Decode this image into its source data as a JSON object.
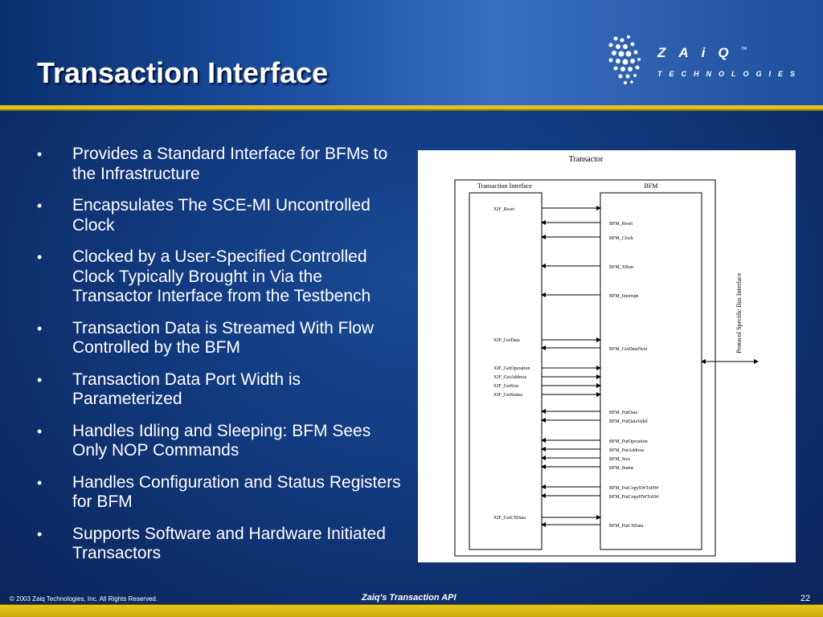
{
  "slide": {
    "title": "Transaction Interface",
    "logo": {
      "word": "ZAiQ",
      "tm": "TM",
      "subtitle": "TECHNOLOGIES"
    },
    "bullets": [
      "Provides a Standard Interface for BFMs to the Infrastructure",
      "Encapsulates The SCE-MI Uncontrolled Clock",
      "Clocked by a User-Specified Controlled Clock Typically Brought in Via the Transactor Interface from the Testbench",
      "Transaction Data is Streamed With Flow Controlled by the BFM",
      "Transaction Data Port Width is Parameterized",
      "Handles Idling and Sleeping: BFM Sees Only NOP Commands",
      "Handles Configuration and Status Registers for BFM",
      "Supports Software and Hardware Initiated Transactors"
    ],
    "bullet_glyph": "•"
  },
  "diagram": {
    "outer_label": "Transactor",
    "left_block_label": "Transaction Interface",
    "right_block_label": "BFM",
    "side_label": "Protocol Specific Bus Interface",
    "left_signals": [
      "XIF_Reset",
      "XIF_GetData",
      "XIF_GetOperation",
      "XIF_GetAddress",
      "XIF_GetSize",
      "XIF_GetStatus",
      "XIF_GetCSData"
    ],
    "right_signals": [
      "BFM_Reset",
      "BFM_Clock",
      "BFM_XRun",
      "BFM_Interrupt",
      "BFM_GetDataNext",
      "BFM_PutData",
      "BFM_PutDataValid",
      "BFM_PutOperation",
      "BFM_PutAddress",
      "BFM_Size",
      "BFM_Status",
      "BFM_PutCopySWToHW",
      "BFM_PutCopyHWToSW",
      "BFM_PutCSData"
    ]
  },
  "footer": {
    "copyright": "© 2003 Zaiq Technologies, Inc.  All Rights Reserved.",
    "center": "Zaiq's Transaction API",
    "page": "22"
  },
  "colors": {
    "accent": "#e0c21a",
    "background": "#123a80",
    "text": "#ffffff"
  }
}
